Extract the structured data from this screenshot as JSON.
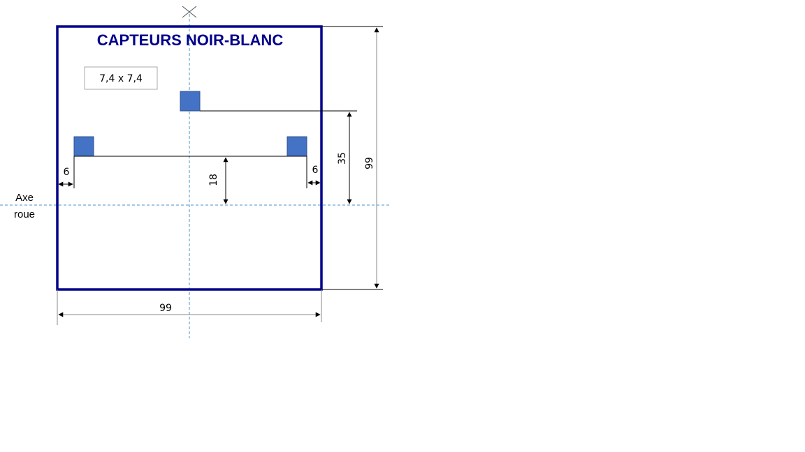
{
  "title": "CAPTEURS NOIR-BLANC",
  "sensor_size_label": "7,4 x 7,4",
  "axis_label_line1": "Axe",
  "axis_label_line2": "roue",
  "dimensions": {
    "left_offset": "6",
    "right_offset": "6",
    "sensor_row_to_axis": "18",
    "front_sensor_to_axis": "35",
    "total_height": "99",
    "total_width": "99"
  },
  "colors": {
    "frame": "#00008B",
    "title": "#00008B",
    "sensor_fill": "#4472C4",
    "centerline": "#4A90C8",
    "dimension_line": "#000000",
    "extension_line": "#8A8A8A"
  }
}
